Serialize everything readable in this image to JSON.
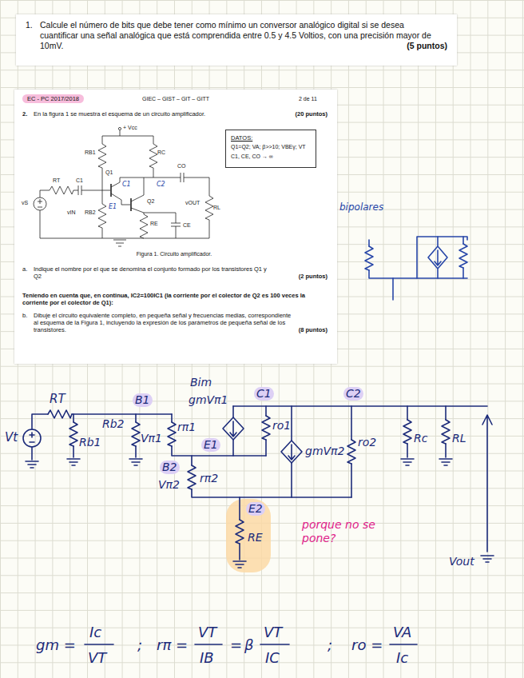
{
  "diagram": {
    "nodes": [
      {
        "text": [
          "1.",
          "Calcule el número de bits que debe tener como mínimo un conversor analógico digital si se desea cuantificar una señal analógica que está comprendida entre 0.5 y 4.5 Voltios, con una precisión mayor de 10mV.",
          "(5 puntos)"
        ]
      },
      {
        "text": [
          "EC - PC 2017/2018",
          "GIEC – GIST – GIT – GITT",
          "2 de 11",
          "2.",
          "En la figura 1 se muestra el esquema de un circuito amplificador.",
          "(20 puntos)",
          "Figura 1. Circuito amplificador.",
          "a.",
          "Indique el nombre por el que se denomina el conjunto formado por los transistores Q1 y Q2",
          "(2 puntos)",
          "Teniendo en cuenta que, en continua, IC2=100IC1 (la corriente por el colector de Q2 es 100 veces la corriente por el colector de Q1):",
          "b.",
          "Dibuje el circuito equivalente completo, en pequeña señal y frecuencias medias, correspondiente al esquema de la Figura 1, incluyendo la expresión de los parámetros de pequeña señal de los transistores.",
          "(8 puntos)"
        ]
      },
      {
        "text": [
          "DATOS:",
          "Q1=Q2; VA; β>>10; VBEγ; VT",
          "C1, CE, CO → ∞"
        ],
        "in": 1
      }
    ],
    "labels": [
      "+ Vcc",
      "RB1",
      "RC",
      "C1",
      "RT",
      "Q1",
      "Q2",
      "CO",
      "vIN",
      "RB2",
      "RE",
      "vOUT",
      "RL",
      "CE",
      "vS",
      "C1",
      "C2",
      "E1",
      "bipolares",
      "Vt",
      "RT",
      "Rb1",
      "Rb2",
      "B1",
      "Vπ1",
      "rπ1",
      "E1",
      "B2",
      "Vπ2",
      "rπ2",
      "Bim",
      "gmVπ1",
      "C1",
      "ro1",
      "gmVπ2",
      "C2",
      "ro2",
      "Rc",
      "RL",
      "Vout",
      "E2",
      "RE",
      "porque no se pone?",
      "gm =",
      "Ic",
      "VT",
      ";",
      "rπ =",
      "VT",
      "IB",
      "=",
      "β",
      "VT",
      "IC",
      ";",
      "ro =",
      "VA",
      "Ic"
    ]
  }
}
